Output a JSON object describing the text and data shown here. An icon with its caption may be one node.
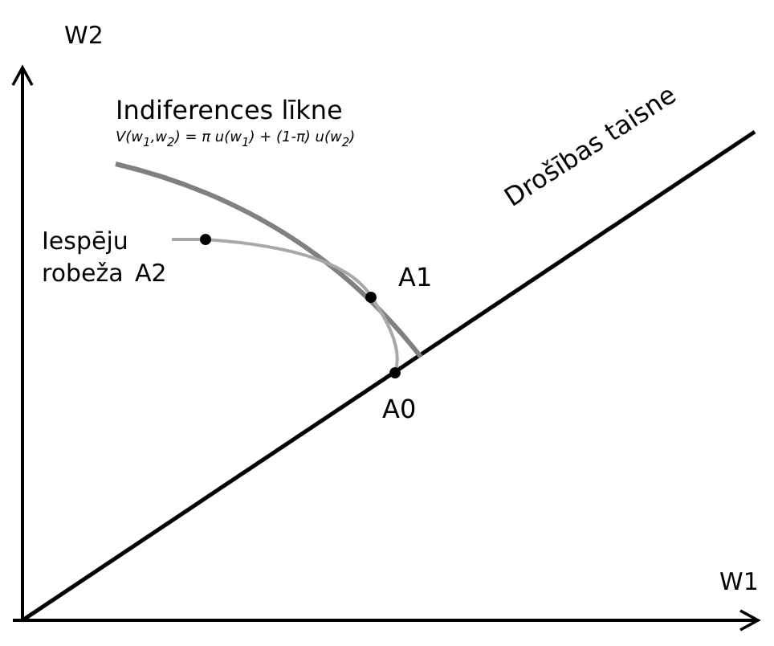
{
  "diagram": {
    "labels": [
      "W2",
      "W1",
      "Indiferences līkne",
      "V(w$_{1}$,w$_{2}$) = π u(w$_{1}$) + (1-π) u(w$_{2}$)",
      "Iespēju robeža",
      "A2",
      "A1",
      "A0",
      "Drošības taisne"
    ]
  }
}
